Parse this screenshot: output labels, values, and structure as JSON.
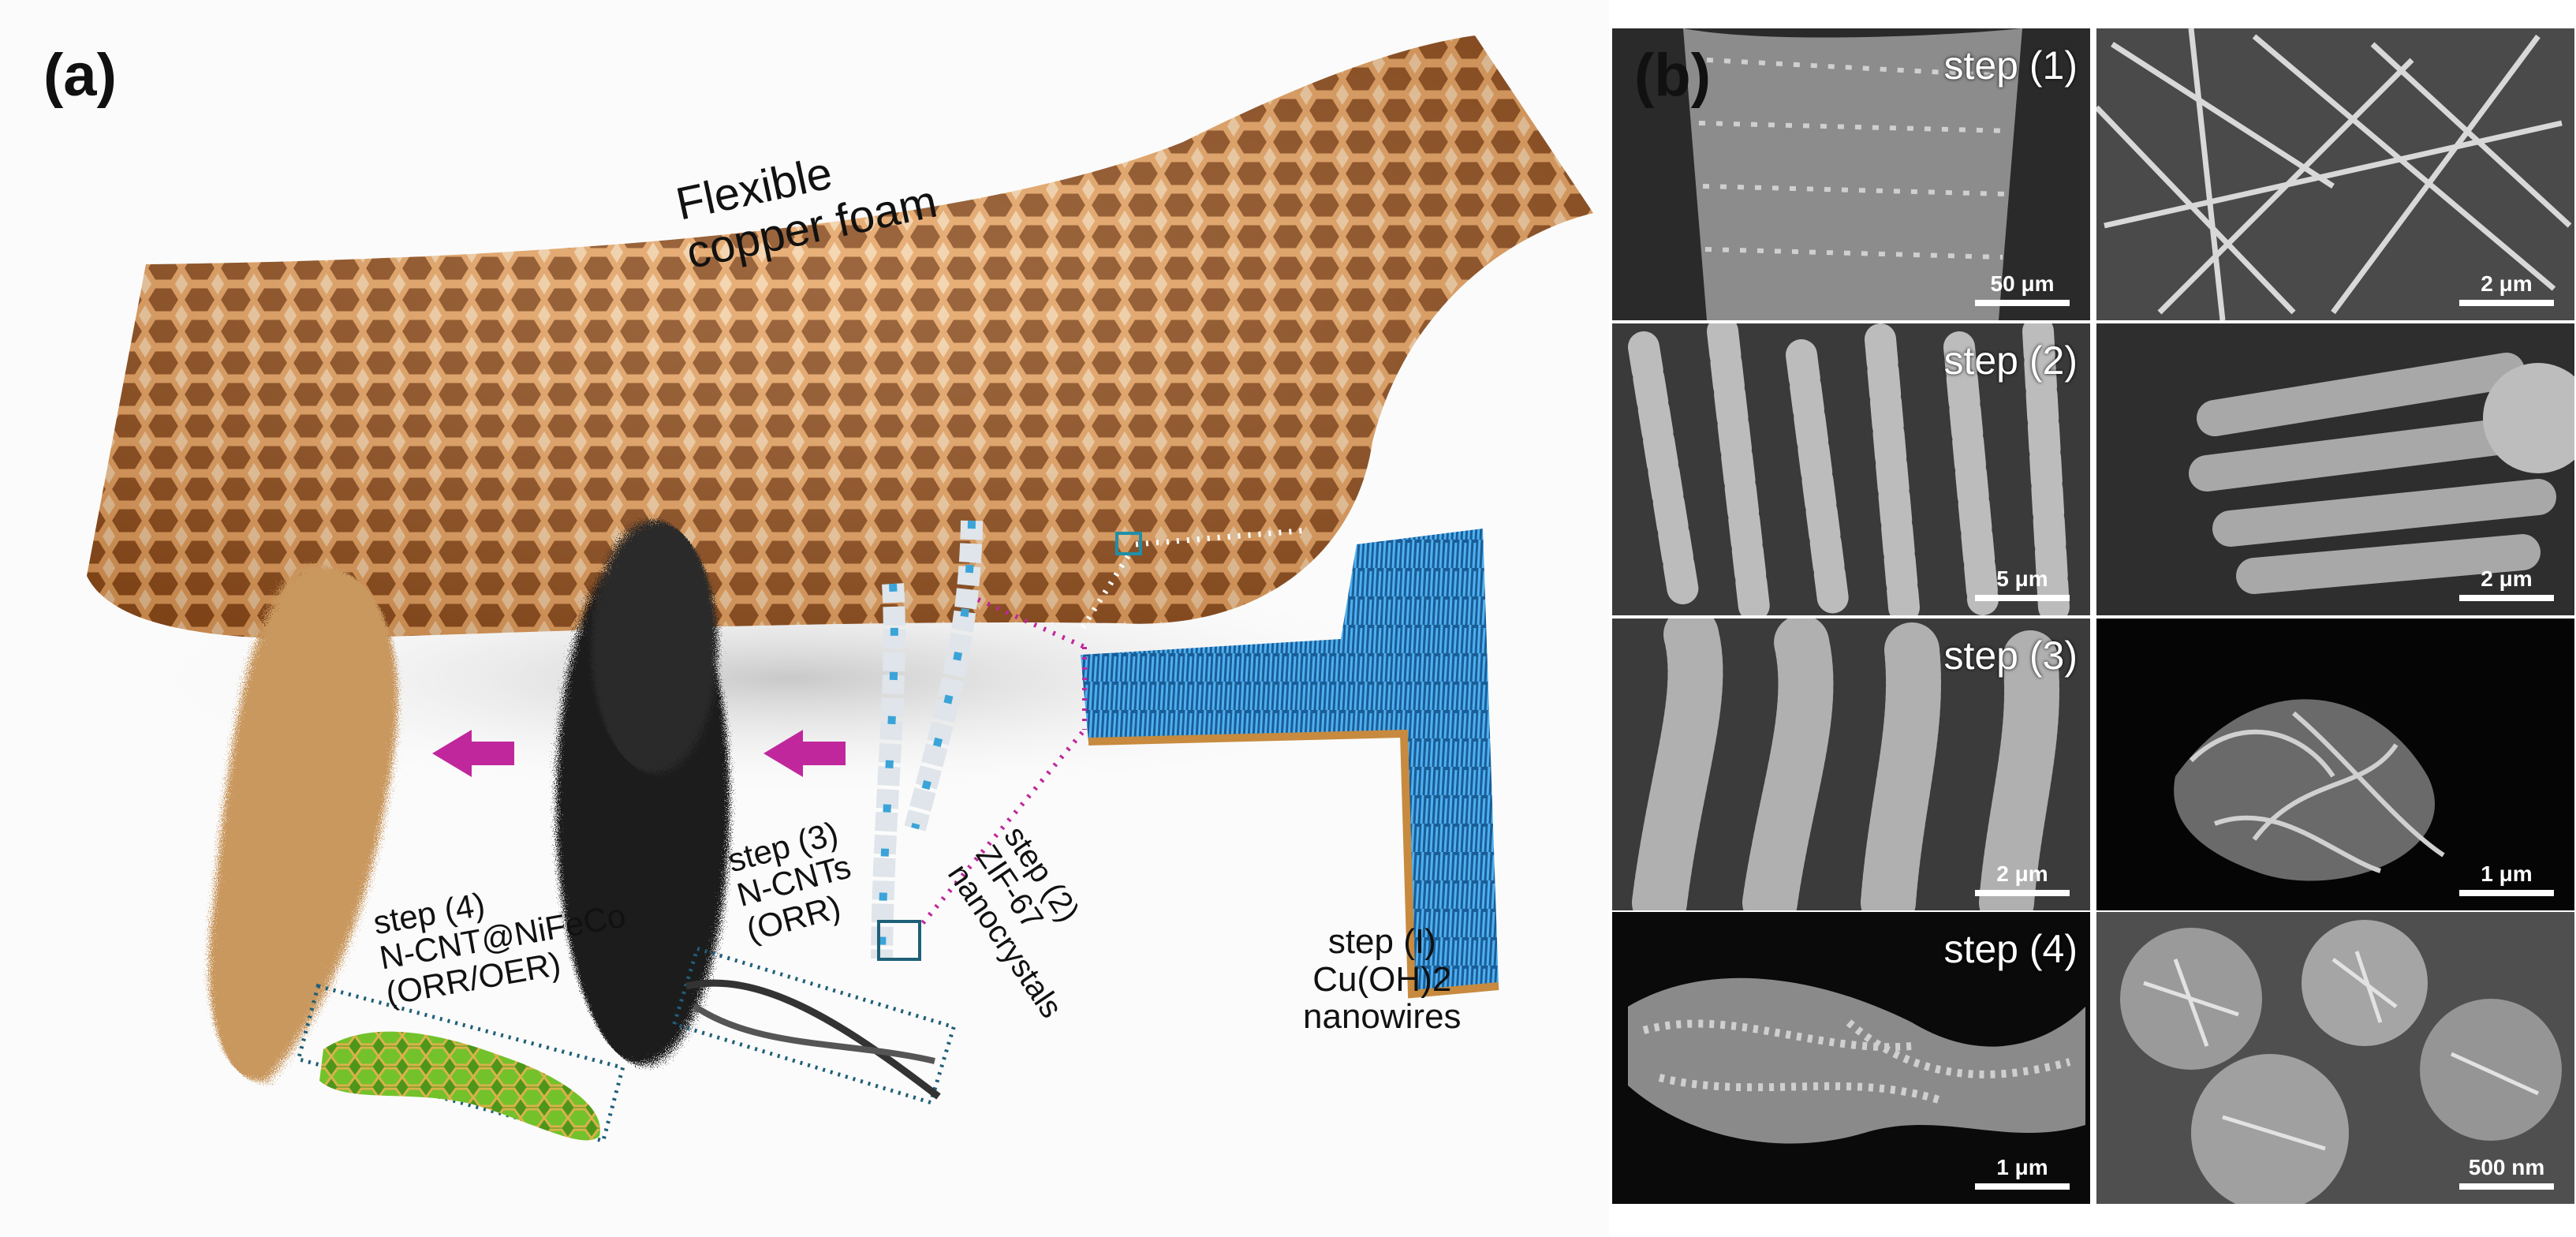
{
  "panel_a": {
    "label": "(a)",
    "foam_title": [
      "Flexible",
      "copper foam"
    ],
    "steps": [
      {
        "lines": [
          "step (4)",
          "N-CNT@NiFeCo",
          "(ORR/OER)"
        ]
      },
      {
        "lines": [
          "step (3)",
          "N-CNTs",
          "(ORR)"
        ]
      },
      {
        "lines": [
          "step (2)",
          "ZIF-67",
          "nanocrystals"
        ]
      },
      {
        "lines": [
          "step (I)",
          "Cu(OH)2",
          "nanowires"
        ]
      }
    ]
  },
  "panel_b": {
    "label": "(b)",
    "rows": [
      {
        "step": "step (1)",
        "left_scale": "50 μm",
        "right_scale": "2 μm"
      },
      {
        "step": "step (2)",
        "left_scale": "5 μm",
        "right_scale": "2 μm"
      },
      {
        "step": "step (3)",
        "left_scale": "2 μm",
        "right_scale": "1 μm"
      },
      {
        "step": "step (4)",
        "left_scale": "1 μm",
        "right_scale": "500 nm"
      }
    ]
  },
  "colors": {
    "copper": "#e0a060",
    "copper_dark": "#b06a2c",
    "nanowire_blue": "#2f8fd8",
    "zif_cube": "#dfe5ea",
    "zif_accent": "#3aa4d8",
    "cnt_black": "#1e1e1e",
    "fiber_tan": "#c9985e",
    "alloy_green": "#5fae1f",
    "arrow_magenta": "#c0279c",
    "dotted_box": "#1f5f78"
  }
}
